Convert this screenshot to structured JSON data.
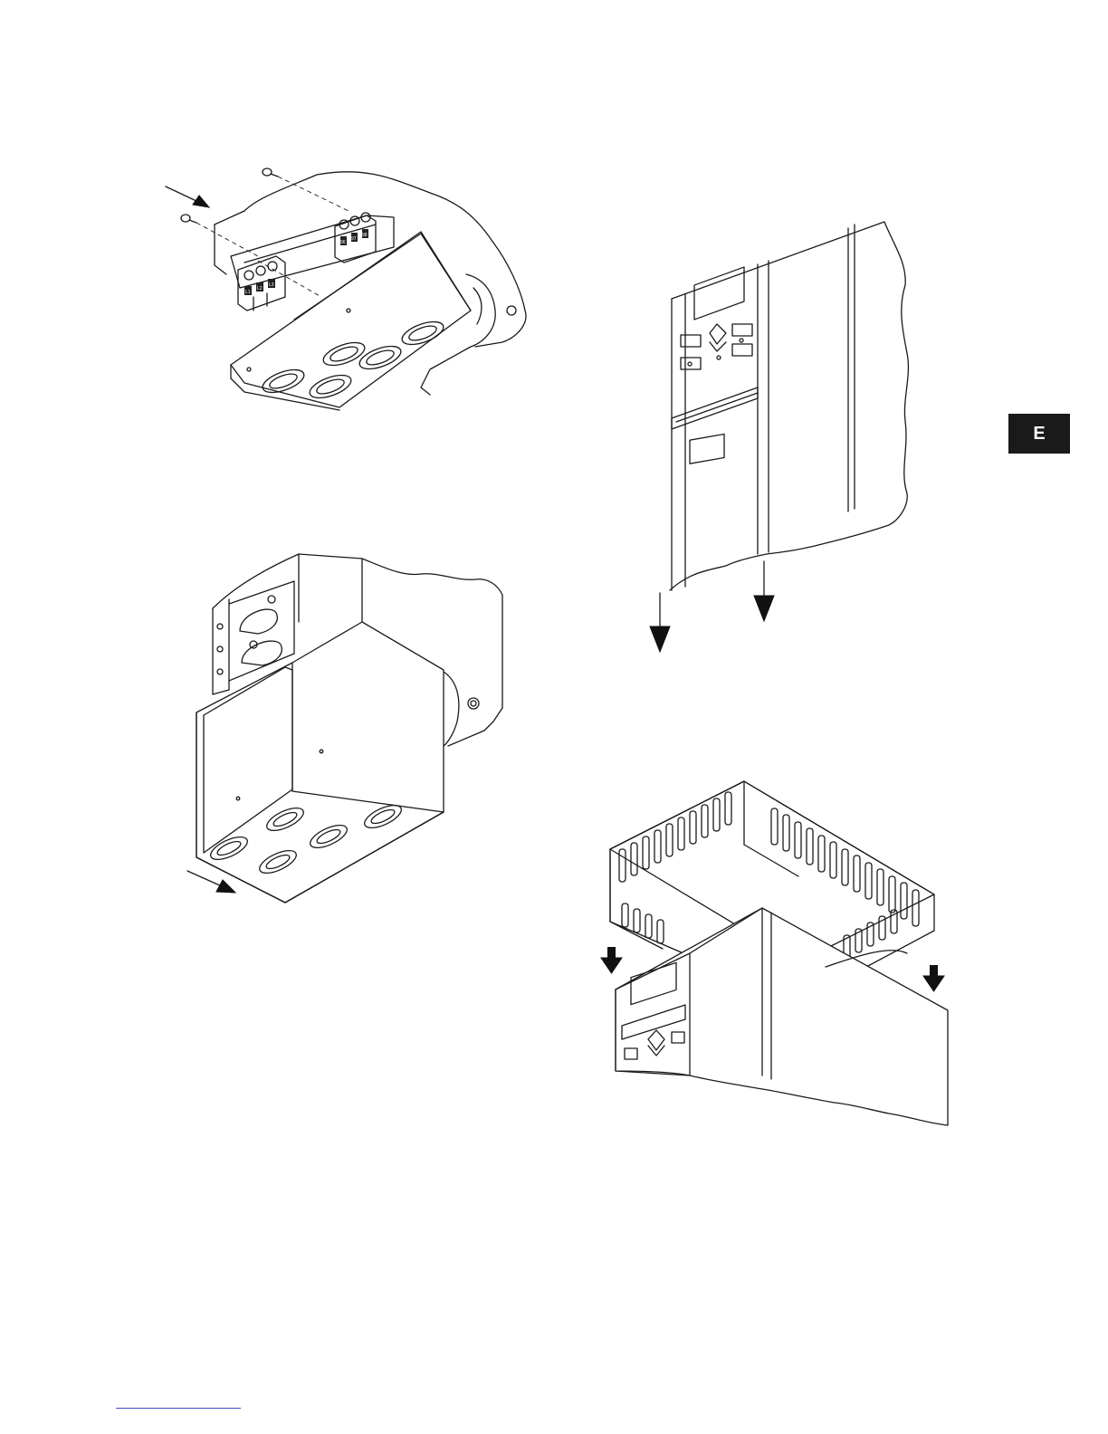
{
  "page": {
    "section_tab": "E",
    "background": "#ffffff",
    "tab_color": "#1a1a1a",
    "rule_color": "#4a4ac8"
  },
  "figures": [
    {
      "name": "figure-terminal-plate-removal"
    },
    {
      "name": "figure-front-cover-removal"
    },
    {
      "name": "figure-terminal-cover-slide"
    },
    {
      "name": "figure-top-vent-cover-install"
    }
  ],
  "terminal_labels": {
    "left_block": [
      "L1",
      "L2",
      "L3"
    ],
    "right_block": [
      "96",
      "97",
      "98"
    ]
  }
}
